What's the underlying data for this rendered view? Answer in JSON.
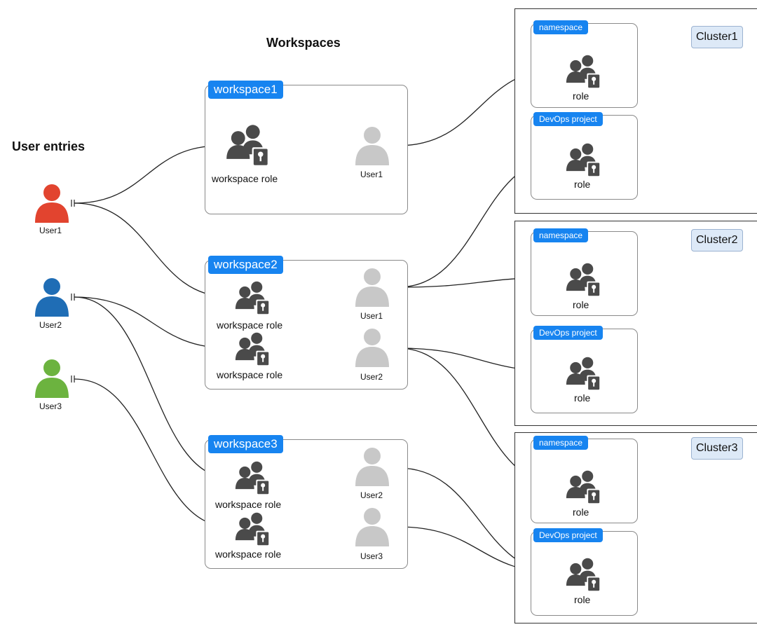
{
  "headings": {
    "user_entries": "User entries",
    "workspaces": "Workspaces"
  },
  "users": [
    {
      "label": "User1",
      "color": "#e2442f"
    },
    {
      "label": "User2",
      "color": "#1f6db5"
    },
    {
      "label": "User3",
      "color": "#6cb33f"
    }
  ],
  "workspaces": [
    {
      "tag": "workspace1",
      "roles": [
        "workspace role"
      ],
      "members": [
        "User1"
      ]
    },
    {
      "tag": "workspace2",
      "roles": [
        "workspace role",
        "workspace role"
      ],
      "members": [
        "User1",
        "User2"
      ]
    },
    {
      "tag": "workspace3",
      "roles": [
        "workspace role",
        "workspace role"
      ],
      "members": [
        "User2",
        "User3"
      ]
    }
  ],
  "clusters": [
    {
      "label": "Cluster1",
      "namespace_tag": "namespace",
      "devops_tag": "DevOps project",
      "role_label": "role"
    },
    {
      "label": "Cluster2",
      "namespace_tag": "namespace",
      "devops_tag": "DevOps project",
      "role_label": "role"
    },
    {
      "label": "Cluster3",
      "namespace_tag": "namespace",
      "devops_tag": "DevOps project",
      "role_label": "role"
    }
  ],
  "colors": {
    "tag_blue": "#1784f0",
    "role_icon": "#4a4a4a",
    "member_gray": "#c8c8c8",
    "cluster_label_bg": "#dde9f7"
  },
  "icons": {
    "user": "user-icon",
    "role": "role-group-lock-icon",
    "member": "member-user-icon"
  }
}
